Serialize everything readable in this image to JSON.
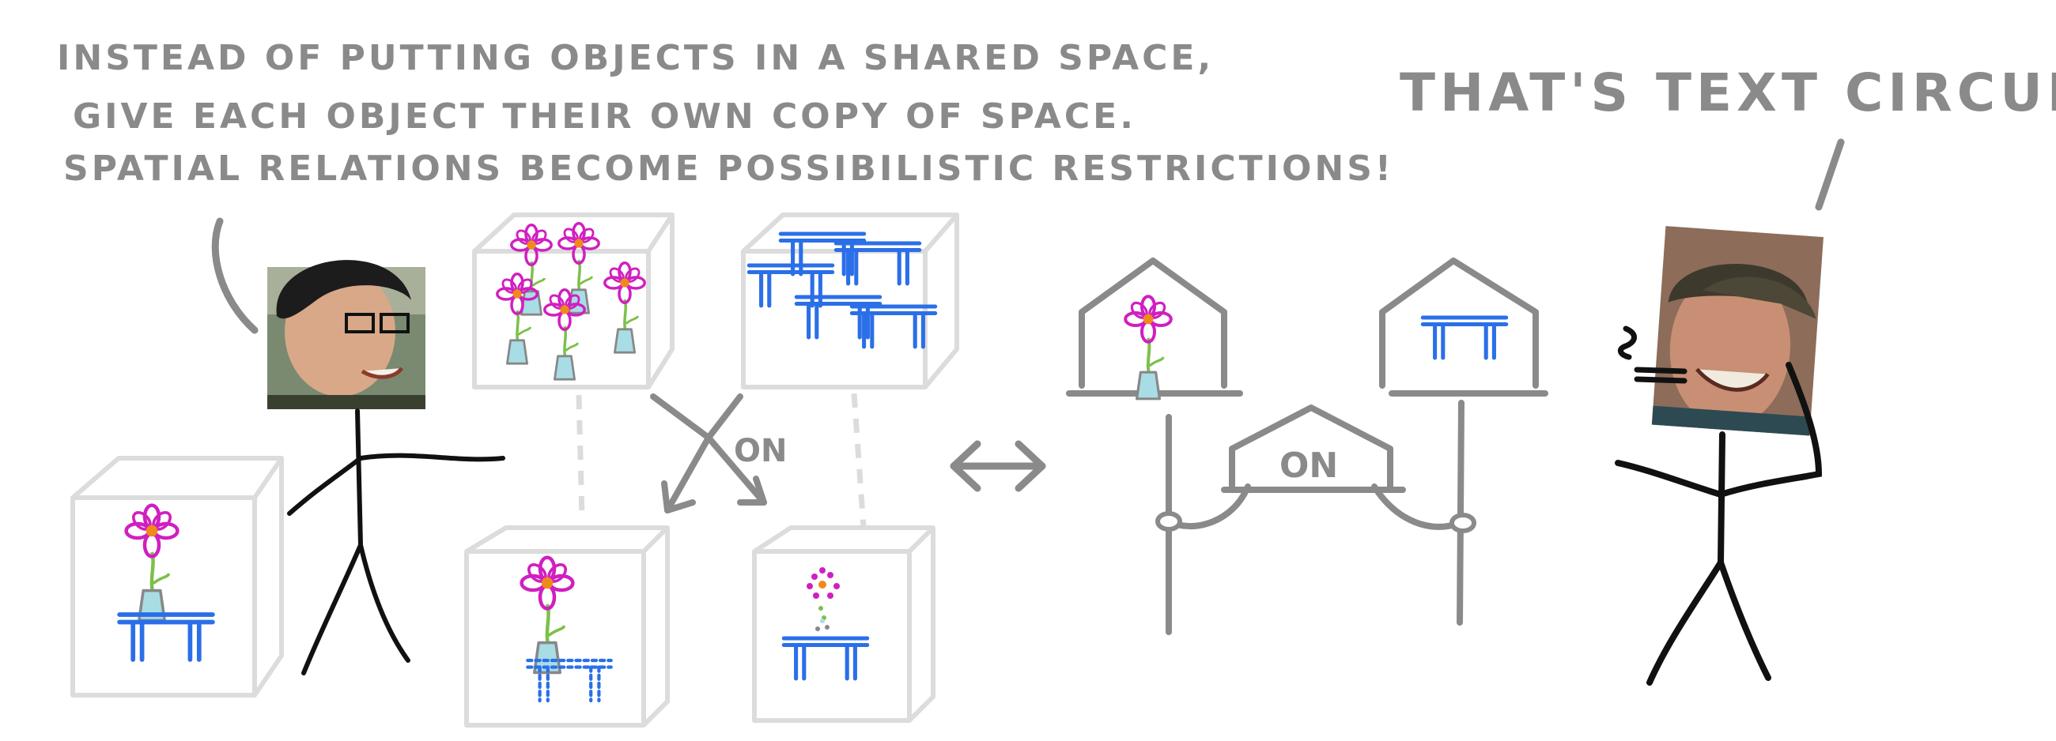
{
  "left_speech": {
    "line1": "INSTEAD OF PUTTING OBJECTS IN A SHARED SPACE,",
    "line2": "GIVE EACH OBJECT THEIR OWN COPY OF SPACE.",
    "line3": "SPATIAL RELATIONS BECOME POSSIBILISTIC RESTRICTIONS!"
  },
  "right_speech": {
    "text": "THAT'S TEXT CIRCUITS!"
  },
  "relation_label_left": "ON",
  "relation_label_right": "ON",
  "colors": {
    "sketch_gray": "#8a8a8a",
    "cube_gray": "#dcdcdc",
    "table_blue": "#2b6fe8",
    "petal_magenta": "#d01fc0",
    "flower_center": "#f08a1a",
    "stem_green": "#7cc04a",
    "vase_fill": "#a9dde6",
    "stick_black": "#111111"
  },
  "icons": [
    "flower-vase-icon",
    "table-icon",
    "double-arrow-icon",
    "house-wire-icon"
  ]
}
